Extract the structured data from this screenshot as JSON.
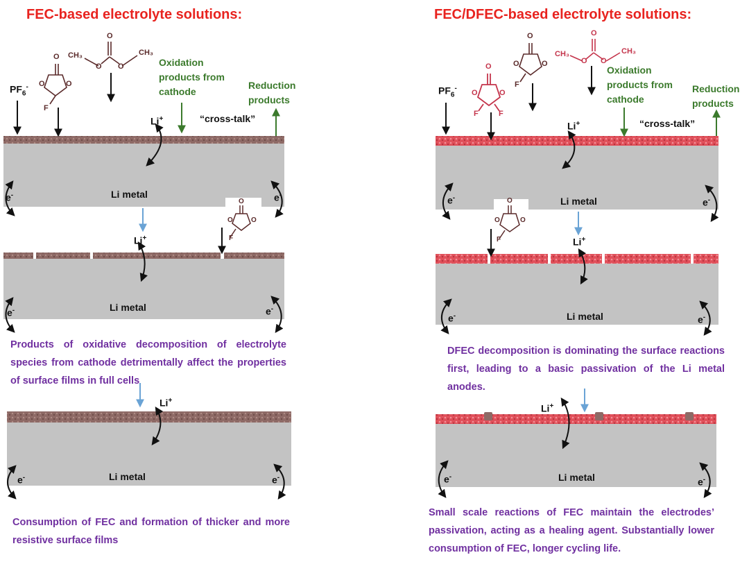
{
  "left": {
    "title": "FEC-based electrolyte solutions:",
    "pf6": "PF",
    "pf6_sub": "6",
    "pf6_sup": "-",
    "oxidation_label": "Oxidation products from cathode",
    "reduction_label": "Reduction products",
    "cross_talk": "“cross-talk”",
    "li_ion": "Li",
    "li_ion_sup": "+",
    "electron": "e",
    "electron_sup": "-",
    "metal_label": "Li metal",
    "ch3_left": "CH₃",
    "ch3_right": "CH₃",
    "caption_middle": "Products of oxidative decomposition of electrolyte species from cathode detrimentally affect the properties of surface films in full cells",
    "caption_bottom": "Consumption of FEC and formation of thicker and more resistive surface films"
  },
  "right": {
    "title": "FEC/DFEC-based electrolyte solutions:",
    "pf6": "PF",
    "pf6_sub": "6",
    "pf6_sup": "-",
    "oxidation_label": "Oxidation products from cathode",
    "reduction_label": "Reduction products",
    "cross_talk": "“cross-talk”",
    "li_ion": "Li",
    "li_ion_sup": "+",
    "electron": "e",
    "electron_sup": "-",
    "metal_label": "Li metal",
    "ch3_left": "CH₃",
    "ch3_right": "CH₃",
    "caption_middle": "DFEC decomposition is dominating the surface reactions first, leading to a basic passivation of the Li metal anodes.",
    "caption_bottom": "Small scale reactions of FEC maintain the electrodes’ passivation, acting as a healing agent. Substantially lower consumption of FEC, longer cycling life."
  },
  "atoms": {
    "O": "O",
    "F": "F"
  },
  "colors": {
    "title": "#e8231f",
    "green_label": "#3b7a2c",
    "caption": "#7030a0",
    "metal": "#c3c3c3",
    "film_left": "#8e6a66",
    "film_right": "#e0505a",
    "blue_arrow": "#6aa3d5",
    "molecule_dark": "#5a2a2a",
    "molecule_red": "#c4344b"
  }
}
